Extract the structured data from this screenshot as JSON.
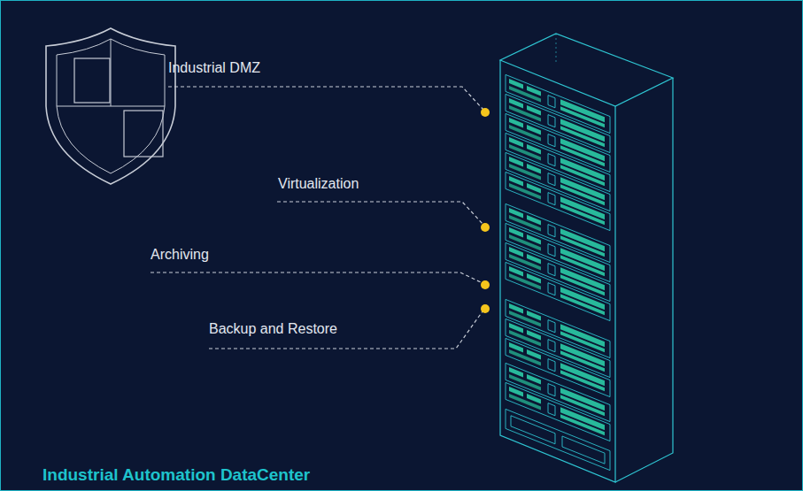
{
  "diagram": {
    "title": "Industrial Automation DataCenter",
    "labels": [
      "Industrial DMZ",
      "Virtualization",
      "Archiving",
      "Backup and Restore"
    ]
  }
}
